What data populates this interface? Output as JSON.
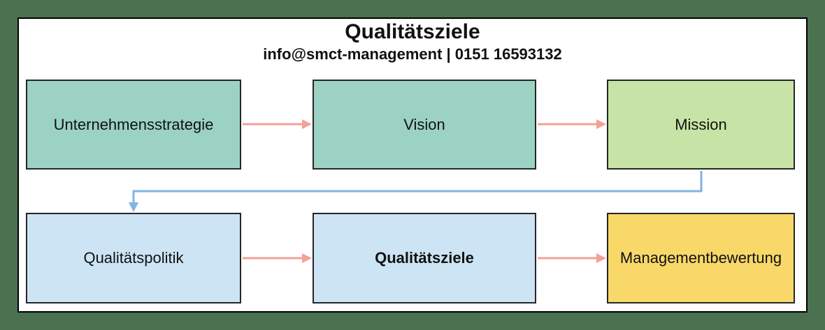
{
  "header": {
    "title": "Qualitätsziele",
    "subtitle": "info@smct-management | 0151 16593132"
  },
  "colors": {
    "canvas_background": "#4a7150",
    "panel_background": "#ffffff",
    "panel_border": "#000000",
    "box_border": "#262626",
    "text": "#111111",
    "arrow_forward": "#f5a096",
    "arrow_feedback": "#7fb5e5",
    "fill_teal": "#9bd2c3",
    "fill_green": "#c8e3a6",
    "fill_blue": "#cde4f5",
    "fill_yellow": "#f8d869"
  },
  "boxes": [
    {
      "label": "Unternehmensstrategie",
      "fill": "#9bd2c3",
      "weight": "normal"
    },
    {
      "label": "Vision",
      "fill": "#9bd2c3",
      "weight": "normal"
    },
    {
      "label": "Mission",
      "fill": "#c8e3a6",
      "weight": "normal"
    },
    {
      "label": "Qualitätspolitik",
      "fill": "#cde4f5",
      "weight": "normal"
    },
    {
      "label": "Qualitätsziele",
      "fill": "#cde4f5",
      "weight": "bold"
    },
    {
      "label": "Managementbewertung",
      "fill": "#f8d869",
      "weight": "normal"
    }
  ],
  "connections": [
    {
      "from": "Unternehmensstrategie",
      "to": "Vision",
      "style": "forward"
    },
    {
      "from": "Vision",
      "to": "Mission",
      "style": "forward"
    },
    {
      "from": "Mission",
      "to": "Qualitätspolitik",
      "style": "feedback"
    },
    {
      "from": "Qualitätspolitik",
      "to": "Qualitätsziele",
      "style": "forward"
    },
    {
      "from": "Qualitätsziele",
      "to": "Managementbewertung",
      "style": "forward"
    }
  ]
}
